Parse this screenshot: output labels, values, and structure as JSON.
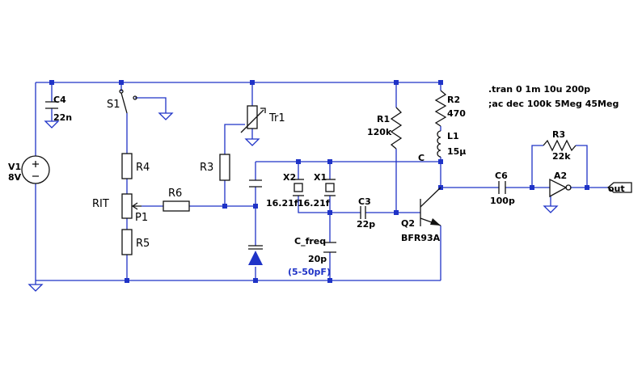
{
  "directives": {
    "tran": ".tran 0 1m 10u 200p",
    "ac": ";ac dec 100k 5Meg 45Meg"
  },
  "components": {
    "v1": {
      "name": "V1",
      "value": "8V"
    },
    "c4": {
      "name": "C4",
      "value": "22n"
    },
    "s1": {
      "name": "S1"
    },
    "r4": {
      "name": "R4"
    },
    "p1": {
      "name": "P1"
    },
    "rit": {
      "name": "RIT"
    },
    "r5": {
      "name": "R5"
    },
    "r6": {
      "name": "R6"
    },
    "r3": {
      "name": "R3"
    },
    "tr1": {
      "name": "Tr1"
    },
    "x2": {
      "name": "X2",
      "value": "16.21f"
    },
    "x1": {
      "name": "X1",
      "value": "16.21f"
    },
    "c3": {
      "name": "C3",
      "value": "22p"
    },
    "cfreq": {
      "name": "C_freq",
      "value": "20p",
      "note": "(5-50pF)"
    },
    "r1": {
      "name": "R1",
      "value": "120k"
    },
    "r2": {
      "name": "R2",
      "value": "470"
    },
    "l1": {
      "name": "L1",
      "value": "15µ"
    },
    "q2": {
      "name": "Q2",
      "value": "BFR93A"
    },
    "c6": {
      "name": "C6",
      "value": "100p"
    },
    "r3b": {
      "name": "R3",
      "value": "22k"
    },
    "a2": {
      "name": "A2"
    }
  },
  "nets": {
    "collector": "C",
    "out": "out"
  }
}
